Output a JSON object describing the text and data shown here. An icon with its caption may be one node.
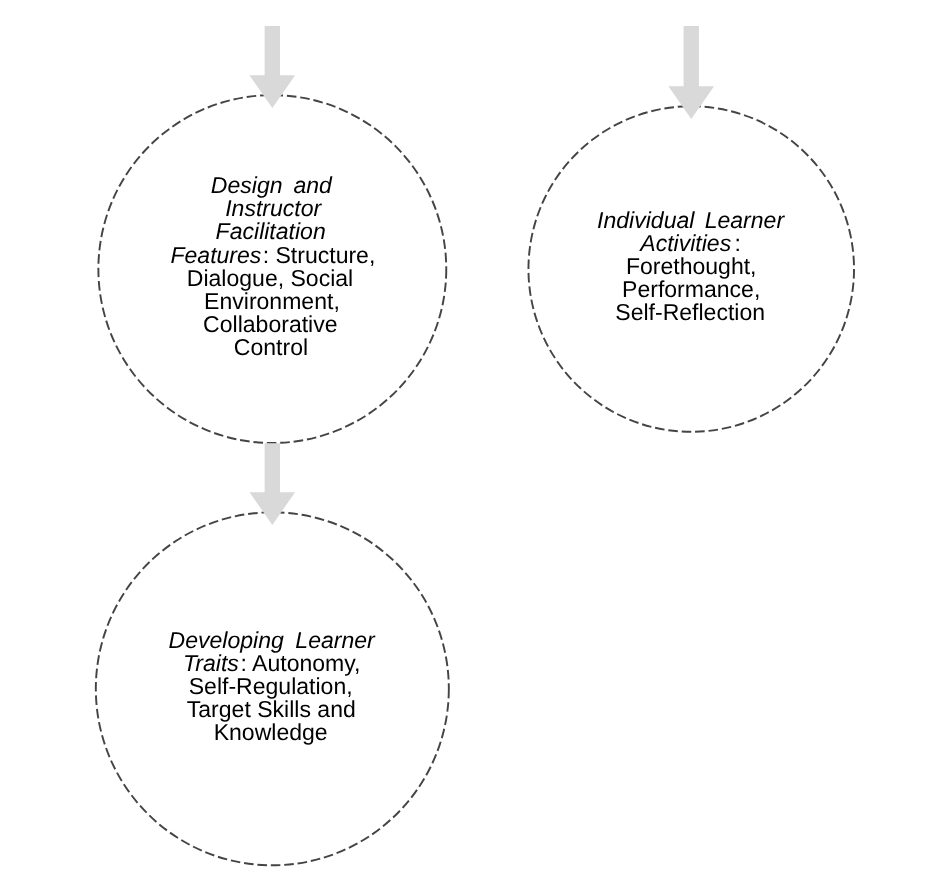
{
  "diagram": {
    "nodes": [
      {
        "text": [
          "*Design and Instructor Facilitation Features*: Structure, Dialogue, Social Environment, Collaborative Control"
        ]
      },
      {
        "text": [
          "*Individual Learner Activities*: Forethought, Performance, Self-Reflection"
        ]
      },
      {
        "text": [
          "*Developing Learner Traits*: Autonomy, Self-Regulation, Target Skills and Knowledge"
        ]
      }
    ],
    "edges": [
      {
        "from": null,
        "to": 0,
        "arrow": "to"
      },
      {
        "from": null,
        "to": 1,
        "arrow": "to"
      },
      {
        "from": 0,
        "to": 2,
        "arrow": "to"
      }
    ]
  }
}
